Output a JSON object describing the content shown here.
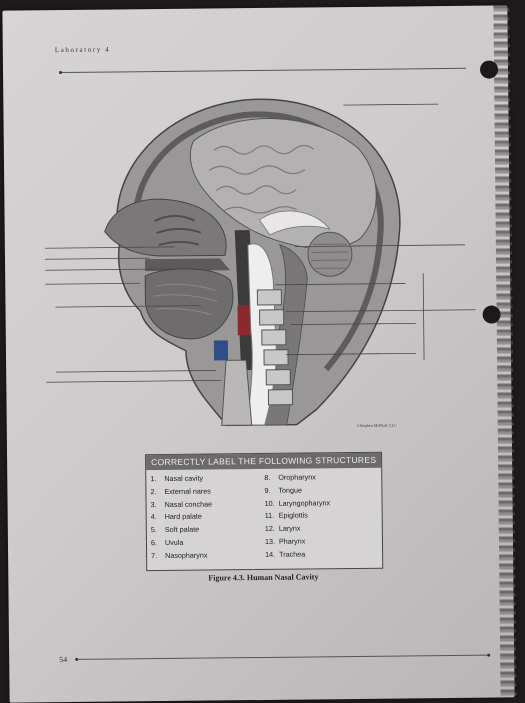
{
  "header": {
    "section_label": "Laboratory 4"
  },
  "figure": {
    "copyright": "©Stephen McPhail, LLC",
    "caption": "Figure 4.3. Human Nasal Cavity"
  },
  "structures": {
    "title": "CORRECTLY LABEL THE FOLLOWING STRUCTURES",
    "items": [
      {
        "num": "1.",
        "label": "Nasal cavity"
      },
      {
        "num": "2.",
        "label": "External nares"
      },
      {
        "num": "3.",
        "label": "Nasal conchae"
      },
      {
        "num": "4.",
        "label": "Hard palate"
      },
      {
        "num": "5.",
        "label": "Soft palate"
      },
      {
        "num": "6.",
        "label": "Uvula"
      },
      {
        "num": "7.",
        "label": "Nasopharynx"
      },
      {
        "num": "8.",
        "label": "Oropharynx"
      },
      {
        "num": "9.",
        "label": "Tongue"
      },
      {
        "num": "10.",
        "label": "Laryngopharynx"
      },
      {
        "num": "11.",
        "label": "Epiglottis"
      },
      {
        "num": "12.",
        "label": "Larynx"
      },
      {
        "num": "13.",
        "label": "Pharynx"
      },
      {
        "num": "14.",
        "label": "Trachea"
      }
    ]
  },
  "footer": {
    "page_number": "54"
  }
}
